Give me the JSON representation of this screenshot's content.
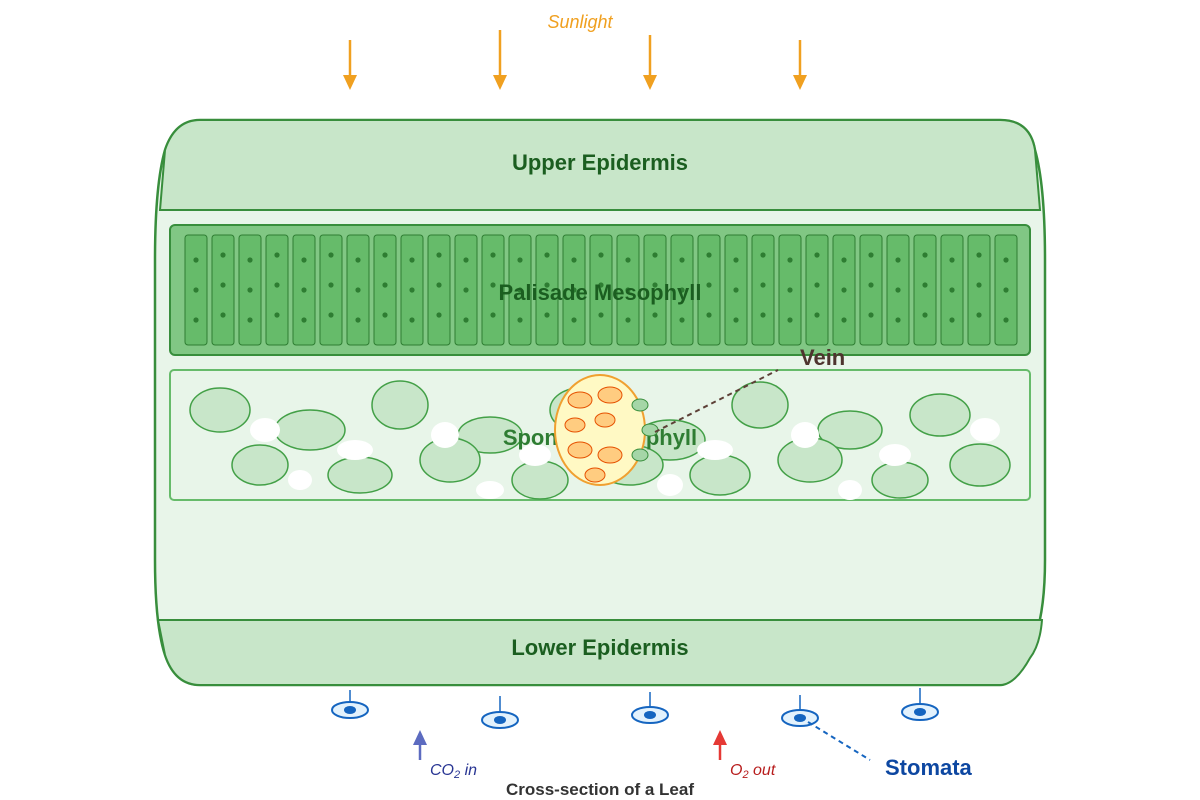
{
  "labels": {
    "sunlight": "Sunlight",
    "upper_epidermis": "Upper Epidermis",
    "palisade": "Palisade Mesophyll",
    "spongy": "Spongy Mesophyll",
    "vein": "Vein",
    "lower_epidermis": "Lower Epidermis",
    "stomata": "Stomata",
    "co2_prefix": "CO",
    "co2_sub": "2",
    "co2_suffix": " in",
    "o2_prefix": "O",
    "o2_sub": "2",
    "o2_suffix": " out",
    "caption": "Cross-section of a Leaf"
  },
  "colors": {
    "sunlight": "#f0a020",
    "epidermis_fill": "#c8e6c9",
    "leaf_border": "#388e3c",
    "leaf_interior": "#e8f5e9",
    "palisade_fill": "#66bb6a",
    "spongy_cell": "#c8e6c9",
    "vein_fill": "#fff9c4",
    "stomata": "#1565c0",
    "co2_arrow": "#5c6bc0",
    "o2_arrow": "#e53935",
    "label_dark_green": "#1b5e20",
    "vein_label": "#4e342e"
  }
}
